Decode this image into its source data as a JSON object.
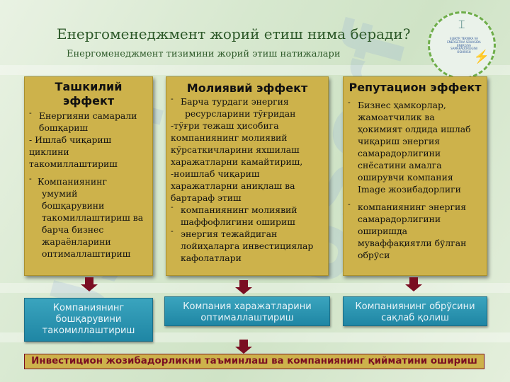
{
  "slide": {
    "title": "Енергоменеджмент жорий етиш нима беради?",
    "subtitle": "Енергоменеджмент тизимини жорий этиш натижалари",
    "watermark": "USerf",
    "colors": {
      "card": "#cdb24b",
      "blue": "#2a94b1",
      "arrow": "#7a0e22",
      "title": "#2e5a2a"
    }
  },
  "cards": [
    {
      "heading": [
        "Ташкилий",
        "эффект"
      ],
      "items": [
        {
          "dash": "-",
          "lines": [
            "Енергияни самарали",
            "бошқариш"
          ]
        },
        {
          "lines": [
            "- Ишлаб чиқариш",
            "циклини",
            "такомиллаштириш"
          ]
        },
        {
          "dash": "-",
          "lines": [
            " Компаниянинг",
            "умумий",
            "бошқарувини",
            "такомиллаштириш ва",
            "барча бизнес",
            "жараёнларини",
            "оптималлаштириш"
          ]
        }
      ]
    },
    {
      "heading": [
        "Молиявий эффект"
      ],
      "items": [
        {
          "dash": "-",
          "lines": [
            "Барча турдаги энергия",
            "ресурсларини тўғридан"
          ]
        },
        {
          "lines": [
            "-тўғри тежаш ҳисобига",
            "компаниянинг молиявий",
            "кўрсаткичларини яхшилаш",
            " харажатларни камайтириш,",
            "-ноишлаб чиқариш",
            "харажатларни аниқлаш ва",
            "бартараф этиш"
          ]
        },
        {
          "dash": "-",
          "lines": [
            "компаниянинг молиявий",
            "шаффофлигини ошириш"
          ]
        },
        {
          "dash": "-",
          "lines": [
            " энергия тежайдиган",
            "лойиҳаларга инвестициялар",
            "кафолатлари"
          ]
        }
      ]
    },
    {
      "heading": [
        "Репутацион эффект"
      ],
      "items": [
        {
          "dash": "-",
          "lines": [
            " Бизнес ҳамкорлар,",
            "жамоатчилик ва",
            "ҳокимият олдида ишлаб",
            "чиқариш энергия",
            "самарадорлигини",
            "снёсатини амалга",
            "оширувчи компания",
            "Image жозибадорлиги"
          ]
        },
        {
          "dash": "-",
          "lines": [
            " компаниянинг энергия",
            "самарадорлигини",
            "оширишда",
            "муваффақиятли бўлган",
            "обрўси"
          ]
        }
      ]
    }
  ],
  "results": [
    [
      "Компаниянинг",
      "бошқарувини",
      "такомиллаштириш"
    ],
    [
      "Компания харажатларини",
      "оптималлаштириш"
    ],
    [
      "Компаниянинг  обрўсини",
      "сақлаб қолиш"
    ]
  ],
  "footer": "Инвестицион жозибадорликни таъминлаш ва компаниянинг қийматини ошириш",
  "logo_text": "ELEKTR TEXNIKA VA ENERGETIKA SOHASIDA ENERGIYA SAMARADORLIGINI OSHIRISH"
}
